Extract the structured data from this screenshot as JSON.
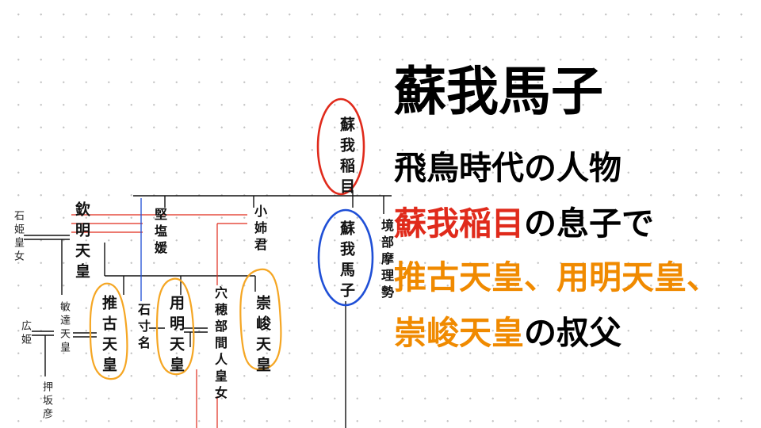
{
  "title": "蘇我馬子",
  "desc": {
    "line1": "飛鳥時代の人物",
    "line2_name": "蘇我稲目",
    "line2_rest": "の息子で",
    "line3_a": "推古天皇、",
    "line3_b": "用明天皇、",
    "line4_a": "崇峻天皇",
    "line4_rest": "の叔父"
  },
  "people": {
    "soga_iname": "蘇我稲目",
    "soga_umako": "蘇我馬子",
    "sakaibe": "境部摩理勢",
    "kinmei": "欽明天皇",
    "katashihime": "堅塩媛",
    "oanegimi": "小姉君",
    "suiko": "推古天皇",
    "iwakuna": "石寸名",
    "yomei": "用明天皇",
    "anahobe": "穴穂部間人皇女",
    "sushun": "崇峻天皇",
    "ishihime": "石姫皇女",
    "bidatsu": "敏達天皇",
    "hirohime": "広姫",
    "oshisakahiko": "押坂彦"
  },
  "colors": {
    "red": "#e02a1b",
    "orange": "#f5a623",
    "blue": "#1f4fd6"
  }
}
